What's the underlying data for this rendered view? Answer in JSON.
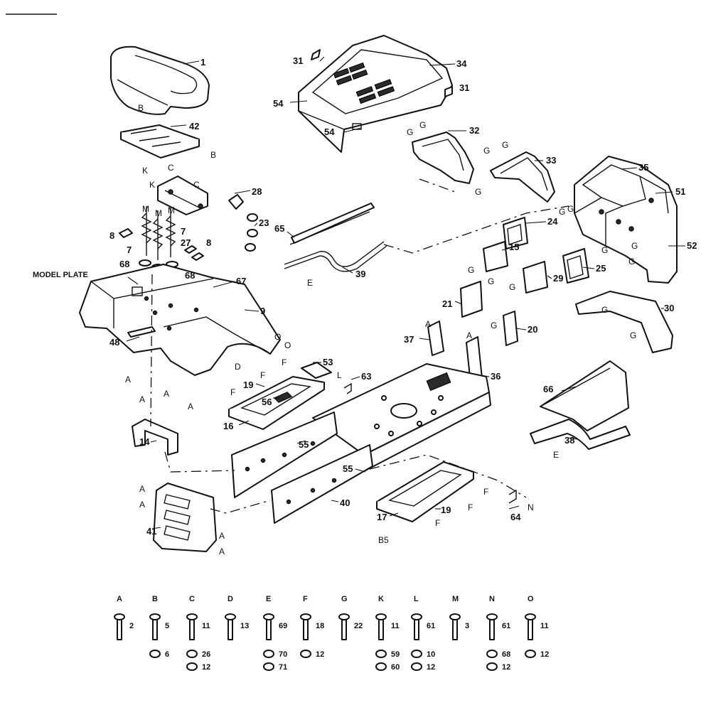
{
  "diagram": {
    "model_plate_label": "MODEL PLATE",
    "page_code": "B5",
    "part_labels": {
      "p1": "1",
      "p42": "42",
      "p28": "28",
      "p23": "23",
      "p8a": "8",
      "p7a": "7",
      "p7b": "7",
      "p27": "27",
      "p8b": "8",
      "p68a": "68",
      "p68b": "68",
      "p67": "67",
      "p9": "9",
      "p48": "48",
      "p31a": "31",
      "p34": "34",
      "p54a": "54",
      "p54b": "54",
      "p31b": "31",
      "p32": "32",
      "p33": "33",
      "p35": "35",
      "p51": "51",
      "p52": "52",
      "p65": "65",
      "p39": "39",
      "p24": "24",
      "p15": "15",
      "p25": "25",
      "p29": "29",
      "p21": "21",
      "p20": "20",
      "p30": "30",
      "p37": "37",
      "p36": "36",
      "p53": "53",
      "p63": "63",
      "p19a": "19",
      "p56": "56",
      "p16": "16",
      "p55a": "55",
      "p55b": "55",
      "p14": "14",
      "p66": "66",
      "p38": "38",
      "p40": "40",
      "p41": "41",
      "p17": "17",
      "p19b": "19",
      "p64": "64"
    },
    "callout_letters": {
      "B1": "B",
      "B2": "B",
      "K1": "K",
      "K2": "K",
      "C1": "C",
      "C2": "C",
      "M1": "M",
      "M2": "M",
      "M3": "M",
      "A1": "A",
      "A2": "A",
      "A3": "A",
      "A4": "A",
      "A5": "A",
      "A6": "A",
      "A7": "A",
      "A8": "A",
      "A9": "A",
      "A10": "A",
      "D1": "D",
      "O1": "O",
      "O2": "O",
      "E1": "E",
      "E2": "E",
      "F1": "F",
      "F2": "F",
      "F3": "F",
      "F4": "F",
      "F5": "F",
      "F6": "F",
      "G1": "G",
      "G2": "G",
      "G3": "G",
      "G4": "G",
      "G5": "G",
      "G6": "G",
      "G7": "G",
      "G8": "G",
      "G9": "G",
      "G10": "G",
      "G11": "G",
      "G12": "G",
      "G13": "G",
      "G14": "G",
      "G15": "G",
      "G16": "G",
      "L1": "L",
      "N1": "N"
    },
    "hardware_legend": [
      {
        "letter": "A",
        "parts": [
          "2"
        ]
      },
      {
        "letter": "B",
        "parts": [
          "5",
          "6"
        ]
      },
      {
        "letter": "C",
        "parts": [
          "11",
          "26",
          "12"
        ]
      },
      {
        "letter": "D",
        "parts": [
          "13"
        ]
      },
      {
        "letter": "E",
        "parts": [
          "69",
          "70",
          "71"
        ]
      },
      {
        "letter": "F",
        "parts": [
          "18",
          "12"
        ]
      },
      {
        "letter": "G",
        "parts": [
          "22"
        ]
      },
      {
        "letter": "K",
        "parts": [
          "11",
          "59",
          "60"
        ]
      },
      {
        "letter": "L",
        "parts": [
          "61",
          "10",
          "12"
        ]
      },
      {
        "letter": "M",
        "parts": [
          "3"
        ]
      },
      {
        "letter": "N",
        "parts": [
          "61",
          "68",
          "12"
        ]
      },
      {
        "letter": "O",
        "parts": [
          "11",
          "12"
        ]
      }
    ]
  }
}
